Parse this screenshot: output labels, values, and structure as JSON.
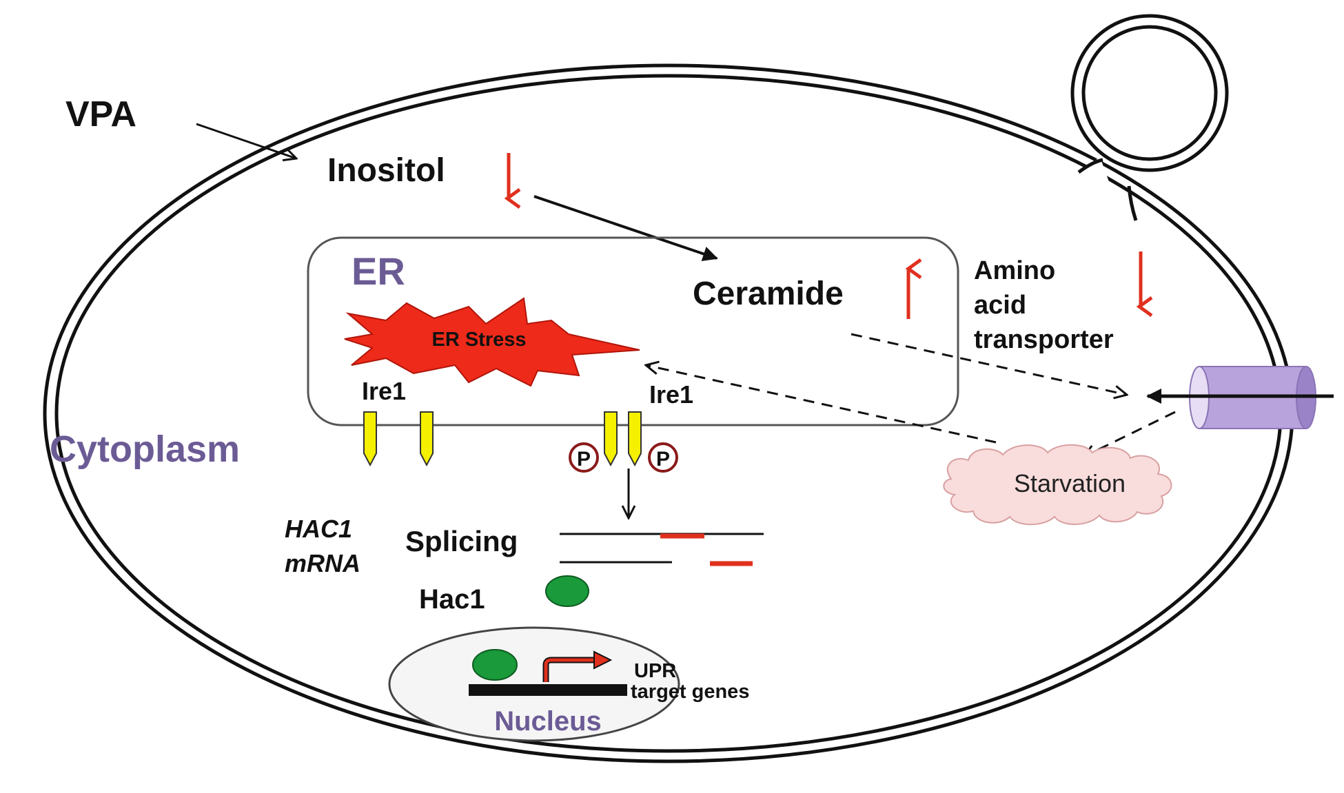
{
  "labels": {
    "vpa": "VPA",
    "inositol": "Inositol",
    "ceramide": "Ceramide",
    "er": "ER",
    "er_stress": "ER Stress",
    "ire1_left": "Ire1",
    "ire1_right": "Ire1",
    "cytoplasm": "Cytoplasm",
    "phospho_left": "P",
    "phospho_right": "P",
    "amino_line1": "Amino",
    "amino_line2": "acid",
    "amino_line3": "transporter",
    "starvation": "Starvation",
    "hac1_gene_line1": "HAC1",
    "hac1_gene_line2": "mRNA",
    "splicing": "Splicing",
    "hac1_protein": "Hac1",
    "upr_line1": "UPR",
    "upr_line2": "target genes",
    "nucleus": "Nucleus"
  },
  "colors": {
    "outline": "#111111",
    "red_arrow": "#e0301e",
    "er_stress_fill": "#ee2a1a",
    "ire1_fill": "#f4f000",
    "hac1_fill": "#1a9a3a",
    "label_purple": "#6b5b95",
    "starvation_fill": "#f9dcdc",
    "transporter_fill": "#b9a3dc",
    "phospho_stroke": "#8b1a1a"
  }
}
